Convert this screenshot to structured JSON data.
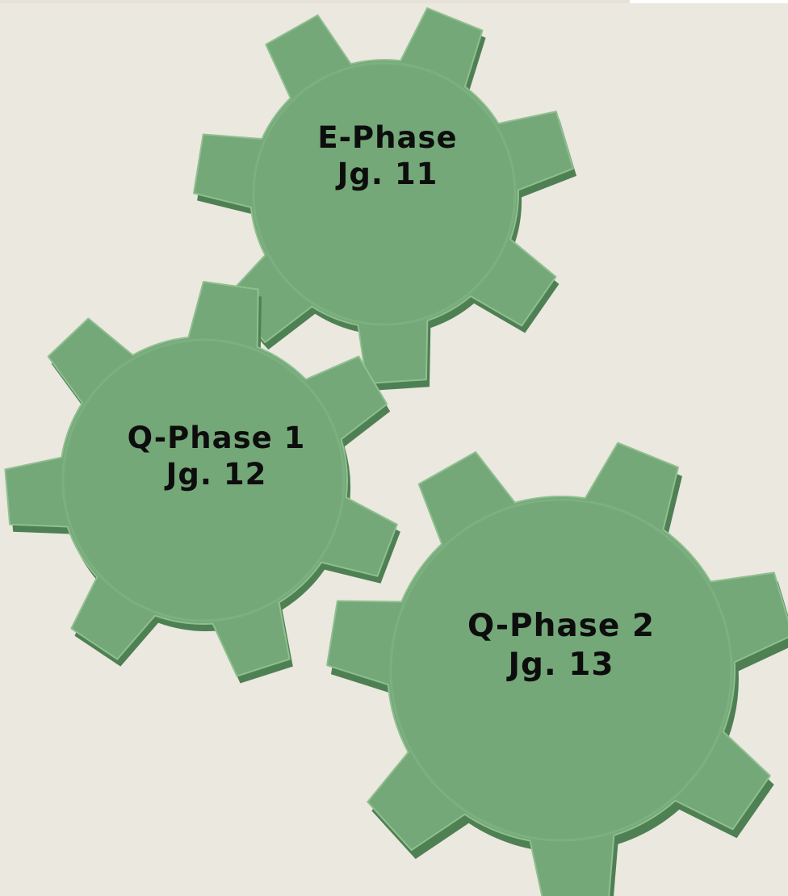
{
  "colors": {
    "background": "#ebe8df",
    "gear_face": "#74a878",
    "gear_side": "#4e8054",
    "gear_highlight": "#8fbf8f",
    "label_text": "#0d0d0d"
  },
  "gears": [
    {
      "icon": "gear-icon",
      "title": "E-Phase",
      "subtitle": "Jg. 11"
    },
    {
      "icon": "gear-icon",
      "title": "Q-Phase 1",
      "subtitle": "Jg. 12"
    },
    {
      "icon": "gear-icon",
      "title": "Q-Phase 2",
      "subtitle": "Jg. 13"
    }
  ]
}
